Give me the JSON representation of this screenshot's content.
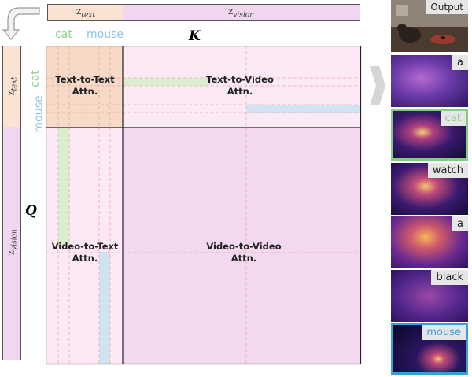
{
  "key_axis": {
    "label": "K",
    "z_text": "z",
    "z_text_sub": "text",
    "z_vision": "z",
    "z_vision_sub": "vision"
  },
  "query_axis": {
    "label": "Q",
    "z_text": "z",
    "z_text_sub": "text",
    "z_vision": "z",
    "z_vision_sub": "vision"
  },
  "tokens": {
    "top_cat": "cat",
    "top_mouse": "mouse",
    "left_cat": "cat",
    "left_mouse": "mouse"
  },
  "regions": {
    "t2t_line1": "Text-to-Text",
    "t2t_line2": "Attn.",
    "t2v_line1": "Text-to-Video",
    "t2v_line2": "Attn.",
    "v2t_line1": "Video-to-Text",
    "v2t_line2": "Attn.",
    "v2v_line1": "Video-to-Video",
    "v2v_line2": "Attn."
  },
  "output_panel": {
    "output_label": "Output",
    "maps": [
      {
        "word": "a",
        "border": "none"
      },
      {
        "word": "cat",
        "border": "#7fcf7f"
      },
      {
        "word": "watch",
        "border": "none"
      },
      {
        "word": "a",
        "border": "none"
      },
      {
        "word": "black",
        "border": "none"
      },
      {
        "word": "mouse",
        "border": "#3a9fd8"
      }
    ]
  },
  "colors": {
    "text_tint": "#f6ddc8",
    "vision_tint": "#f2d9ef",
    "cat_green": "#8fd08f",
    "mouse_blue": "#8ec3e6"
  }
}
